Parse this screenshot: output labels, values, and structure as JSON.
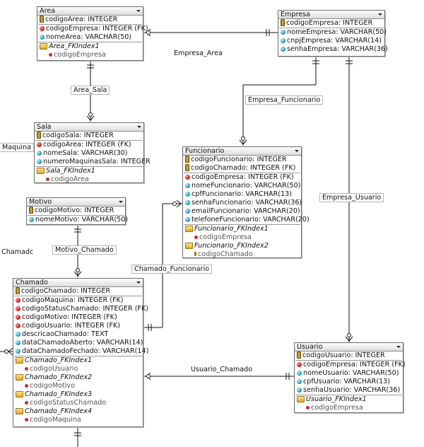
{
  "tables": {
    "area": {
      "name": "Area",
      "columns": [
        {
          "kind": "pk",
          "text": "codigoArea: INTEGER"
        },
        {
          "kind": "fk",
          "text": "codigoEmpresa: INTEGER (FK)"
        },
        {
          "kind": "col",
          "text": "nomeArea: VARCHAR(50)"
        }
      ],
      "indexes": [
        {
          "name": "Area_FKIndex1",
          "cols": [
            {
              "kind": "fk",
              "text": "codigoEmpresa"
            }
          ]
        }
      ]
    },
    "empresa": {
      "name": "Empresa",
      "columns": [
        {
          "kind": "pk",
          "text": "codigoEmpresa: INTEGER"
        },
        {
          "kind": "col",
          "text": "nomeEmpresa: VARCHAR(50)"
        },
        {
          "kind": "col",
          "text": "cnpjEmpresa: VARCHAR(14)"
        },
        {
          "kind": "col",
          "text": "senhaEmpresa: VARCHAR(36)"
        }
      ],
      "indexes": []
    },
    "sala": {
      "name": "Sala",
      "columns": [
        {
          "kind": "pk",
          "text": "codigoSala: INTEGER"
        },
        {
          "kind": "fk",
          "text": "codigoArea: INTEGER (FK)"
        },
        {
          "kind": "col",
          "text": "nomeSala: VARCHAR(30)"
        },
        {
          "kind": "col",
          "text": "numeroMaquinasSala: INTEGER"
        }
      ],
      "indexes": [
        {
          "name": "Sala_FKIndex1",
          "cols": [
            {
              "kind": "fk",
              "text": "codigoArea"
            }
          ]
        }
      ]
    },
    "funcionario": {
      "name": "Funcionario",
      "columns": [
        {
          "kind": "pk",
          "text": "codigoFuncionario: INTEGER"
        },
        {
          "kind": "pk",
          "text": "codigoChamado: INTEGER (FK)"
        },
        {
          "kind": "fk",
          "text": "codigoEmpresa: INTEGER (FK)"
        },
        {
          "kind": "col",
          "text": "nomeFuncionario: VARCHAR(50)"
        },
        {
          "kind": "col",
          "text": "cpfFuncionario: VARCHAR(13)"
        },
        {
          "kind": "col",
          "text": "senhaFuncionario: VARCHAR(36)"
        },
        {
          "kind": "col",
          "text": "emailFuncionario: VARCHAR(20)"
        },
        {
          "kind": "col",
          "text": "telefoneFuncionario: VARCHAR(20)"
        }
      ],
      "indexes": [
        {
          "name": "Funcionario_FKIndex1",
          "cols": [
            {
              "kind": "fk",
              "text": "codigoEmpresa"
            }
          ]
        },
        {
          "name": "Funcionario_FKIndex2",
          "cols": [
            {
              "kind": "pk",
              "text": "codigoChamado"
            }
          ]
        }
      ]
    },
    "motivo": {
      "name": "Motivo",
      "columns": [
        {
          "kind": "pk",
          "text": "codigoMotivo: INTEGER"
        },
        {
          "kind": "col",
          "text": "nomeMotivo: VARCHAR(50)"
        }
      ],
      "indexes": []
    },
    "chamado": {
      "name": "Chamado",
      "columns": [
        {
          "kind": "pk",
          "text": "codigoChamado: INTEGER"
        },
        {
          "kind": "fk",
          "text": "codigoMaquina: INTEGER (FK)"
        },
        {
          "kind": "fk",
          "text": "codigoStatusChamado: INTEGER (FK)"
        },
        {
          "kind": "fk",
          "text": "codigoMotivo: INTEGER (FK)"
        },
        {
          "kind": "fk",
          "text": "codigoUsuario: INTEGER (FK)"
        },
        {
          "kind": "col",
          "text": "descricaoChamado: TEXT"
        },
        {
          "kind": "col",
          "text": "dataChamadoAberto: VARCHAR(14)"
        },
        {
          "kind": "col",
          "text": "dataChamadoFechado: VARCHAR(14)"
        }
      ],
      "indexes": [
        {
          "name": "Chamado_FKIndex1",
          "cols": [
            {
              "kind": "fk",
              "text": "codigoUsuario"
            }
          ]
        },
        {
          "name": "Chamado_FKIndex2",
          "cols": [
            {
              "kind": "fk",
              "text": "codigoMotivo"
            }
          ]
        },
        {
          "name": "Chamado_FKIndex3",
          "cols": [
            {
              "kind": "fk",
              "text": "codigoStatusChamado"
            }
          ]
        },
        {
          "name": "Chamado_FKIndex4",
          "cols": [
            {
              "kind": "fk",
              "text": "codigoMaquina"
            }
          ]
        }
      ]
    },
    "usuario": {
      "name": "Usuario",
      "columns": [
        {
          "kind": "pk",
          "text": "codigoUsuario: INTEGER"
        },
        {
          "kind": "fk",
          "text": "codigoEmpresa: INTEGER (FK)"
        },
        {
          "kind": "col",
          "text": "nomeUsuario: VARCHAR(50)"
        },
        {
          "kind": "col",
          "text": "cpfUsuario: VARCHAR(13)"
        },
        {
          "kind": "col",
          "text": "senhaUsuario: VARCHAR(36)"
        }
      ],
      "indexes": [
        {
          "name": "Usuario_FKIndex1",
          "cols": [
            {
              "kind": "fk",
              "text": "codigoEmpresa"
            }
          ]
        }
      ]
    }
  },
  "relationships": {
    "empresa_area": "Empresa_Area",
    "area_sala": "Area_Sala",
    "empresa_funcionario": "Empresa_Funcionario",
    "empresa_usuario": "Empresa_Usuario",
    "motivo_chamado": "Motivo_Chamado",
    "chamado_funcionario": "Chamado_Funcionario",
    "usuario_chamado": "Usuario_Chamado"
  },
  "offscreen_labels": {
    "maquina": "Maquina",
    "chamadc": "Chamadc"
  }
}
